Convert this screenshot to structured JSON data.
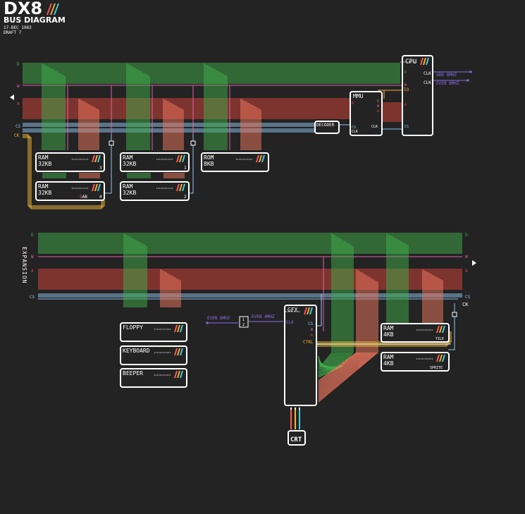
{
  "header": {
    "title": "DX8",
    "subtitle": "BUS DIAGRAM",
    "date": "17-DEC 1983",
    "draft": "DRAFT 7"
  },
  "colors": {
    "background": "#232323",
    "data_bus": "#3fae4a",
    "address_bus": "#d9463a",
    "address_bus_light": "#f0785f",
    "cs_line": "#8fc6ef",
    "write_line": "#e25fa8",
    "clock_line": "#f2b535",
    "clock_purple": "#8a6ee8",
    "stripe_red": "#ff5b5b",
    "stripe_orange": "#ffb02e",
    "stripe_cyan": "#3fd0e6",
    "box_border": "#ffffff"
  },
  "bus_labels": {
    "data": "D",
    "write": "W",
    "address": "A",
    "cs": "CS",
    "clk": "CK",
    "clk_right": "CK"
  },
  "chips": {
    "cpu": {
      "name": "CPU",
      "pins": {
        "d": "D",
        "w": "W",
        "io": "IO",
        "a": "A",
        "cs": "CS",
        "clk1": "CLK",
        "clk2": "CLK"
      }
    },
    "mmu": {
      "name": "MMU",
      "pins": {
        "a": "A",
        "c": "C",
        "w": "W",
        "cs": "CS",
        "clk": "CLK",
        "a2": "A"
      }
    },
    "decoder": {
      "name": "DECODER",
      "pins": {
        "cs": "CS",
        "clk": "CLK"
      }
    },
    "ram3": {
      "name": "RAM",
      "size": "32KB",
      "index": "3"
    },
    "ram1": {
      "name": "RAM",
      "size": "32KB",
      "index": "1"
    },
    "rom": {
      "name": "ROM",
      "size": "8KB"
    },
    "ram4": {
      "name": "RAM",
      "size": "32KB",
      "index": "4",
      "pins": "SAB"
    },
    "ram2": {
      "name": "RAM",
      "size": "32KB",
      "index": "2"
    },
    "gfx": {
      "name": "GFX",
      "pins": {
        "clk": "CLK",
        "cs": "CS",
        "w": "W",
        "a": "A",
        "ctrl": "CTRL"
      }
    },
    "ram_tile": {
      "name": "RAM",
      "size": "4KB",
      "tag": "TILE"
    },
    "ram_sprite": {
      "name": "RAM",
      "size": "4KB",
      "tag": "SPRITE"
    },
    "floppy": {
      "name": "FLOPPY"
    },
    "keyboard": {
      "name": "KEYBOARD"
    },
    "beeper": {
      "name": "BEEPER"
    },
    "divider": {
      "top": "1",
      "bottom": "2"
    }
  },
  "signals": {
    "odd": "ODD 8MHZ",
    "even": "EVEN 8MHZ",
    "even_in": "EVEN 8MHZ",
    "even_out": "EVEN 4MHZ"
  },
  "expansion_label": "EXPANSION",
  "crt_label": "CRT"
}
